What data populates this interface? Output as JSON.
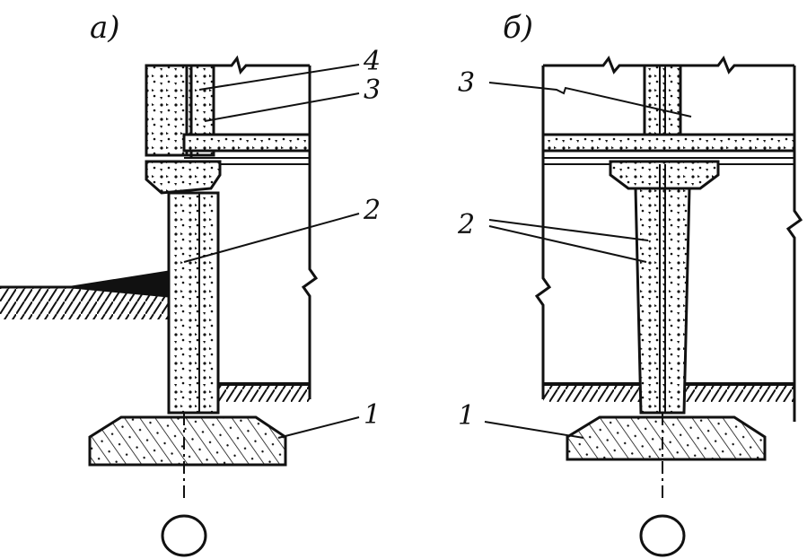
{
  "figure": {
    "panels": [
      {
        "id": "a",
        "title": "а)",
        "callouts": [
          "4",
          "3",
          "2",
          "1"
        ]
      },
      {
        "id": "b",
        "title": "б)",
        "callouts": [
          "3",
          "2",
          "1"
        ]
      }
    ]
  }
}
